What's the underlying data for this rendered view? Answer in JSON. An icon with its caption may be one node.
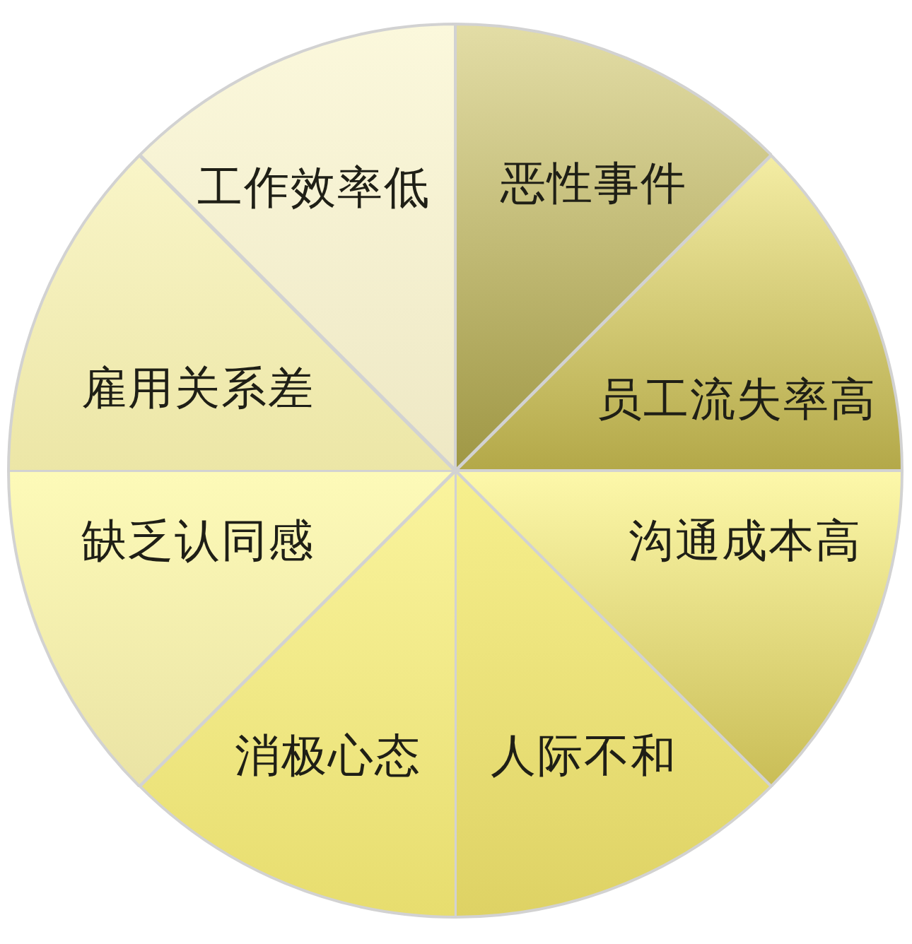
{
  "diagram": {
    "nodes": [
      {
        "text": [
          "工作效率低"
        ]
      },
      {
        "text": [
          "恶性事件"
        ]
      },
      {
        "text": [
          "员工流失率高"
        ]
      },
      {
        "text": [
          "沟通成本高"
        ]
      },
      {
        "text": [
          "人际不和"
        ]
      },
      {
        "text": [
          "消极心态"
        ]
      },
      {
        "text": [
          "缺乏认同感"
        ]
      },
      {
        "text": [
          "雇用关系差"
        ]
      }
    ]
  }
}
